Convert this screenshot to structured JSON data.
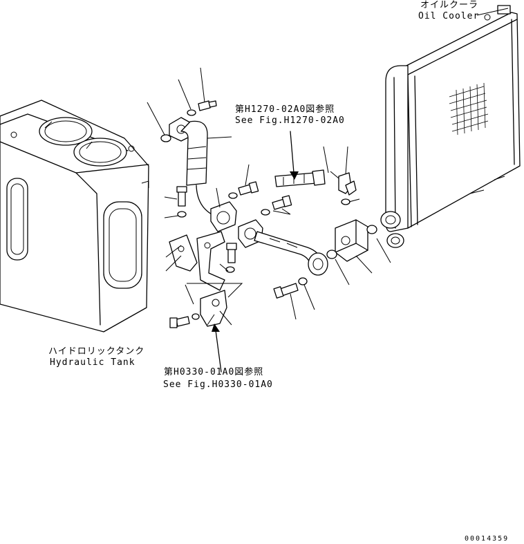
{
  "labels": {
    "oil_cooler_jp": "オイルクーラ",
    "oil_cooler_en": "Oil Cooler",
    "hydraulic_tank_jp": "ハイドロリックタンク",
    "hydraulic_tank_en": "Hydraulic Tank",
    "ref_upper_jp": "第H1270-02A0図参照",
    "ref_upper_en": "See Fig.H1270-02A0",
    "ref_lower_jp": "第H0330-01A0図参照",
    "ref_lower_en": "See Fig.H0330-01A0",
    "drawing_number": "00014359"
  }
}
